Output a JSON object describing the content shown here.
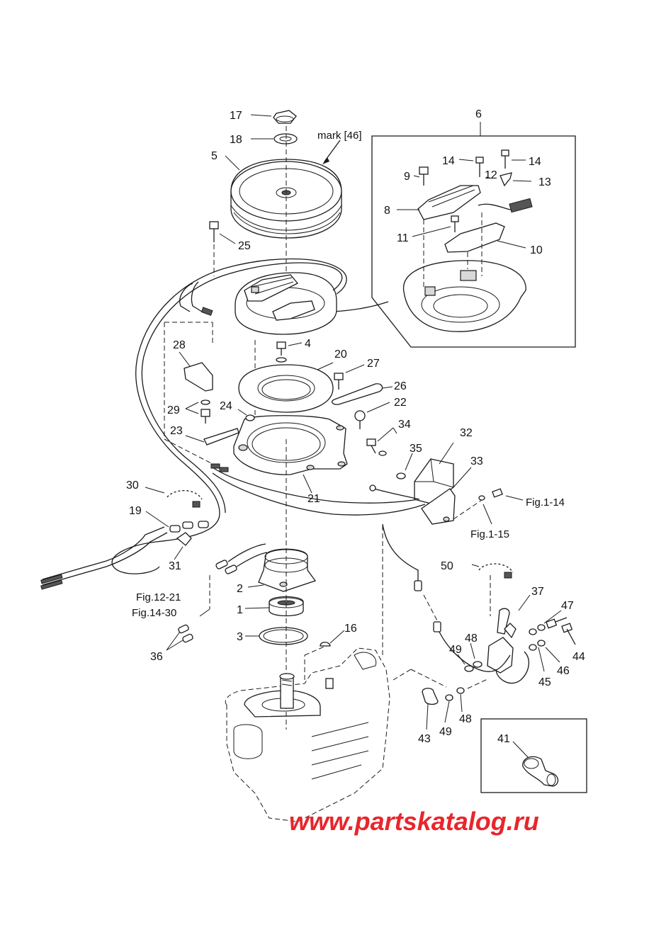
{
  "callouts": [
    "17",
    "18",
    "5",
    "25",
    "6",
    "9",
    "14",
    "14",
    "12",
    "13",
    "8",
    "11",
    "10",
    "4",
    "28",
    "20",
    "27",
    "26",
    "29",
    "24",
    "22",
    "23",
    "34",
    "32",
    "35",
    "33",
    "21",
    "30",
    "19",
    "31",
    "2",
    "1",
    "3",
    "16",
    "36",
    "50",
    "37",
    "47",
    "48",
    "49",
    "44",
    "46",
    "45",
    "43",
    "49",
    "48",
    "41"
  ],
  "refs": {
    "mark": "mark [46]",
    "fig_1_14": "Fig.1-14",
    "fig_1_15": "Fig.1-15",
    "fig_12_21": "Fig.12-21",
    "fig_14_30": "Fig.14-30"
  },
  "watermark": "www.partskatalog.ru",
  "colors": {
    "ink": "#1a1a1a",
    "watermark": "#e8262c",
    "background": "#ffffff"
  }
}
